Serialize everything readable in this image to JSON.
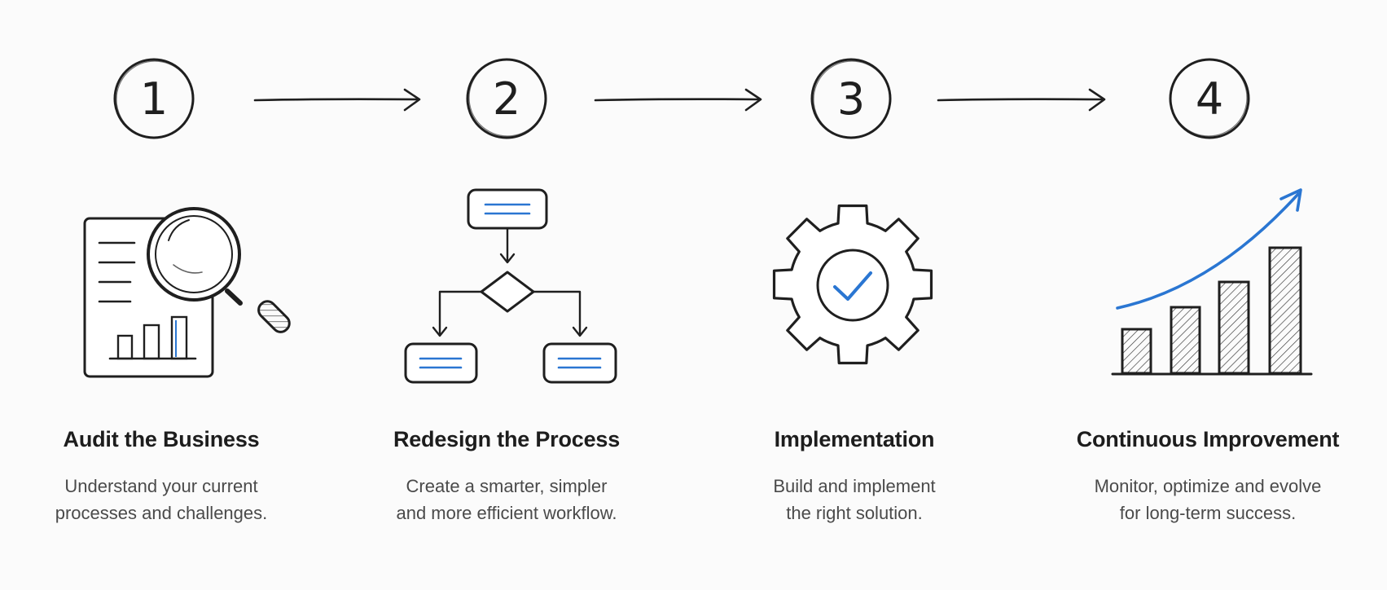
{
  "steps": [
    {
      "number": "1",
      "title": "Audit the Business",
      "description_lines": [
        "Understand your current",
        "processes and challenges."
      ],
      "icon": "document-magnifier-icon"
    },
    {
      "number": "2",
      "title": "Redesign the Process",
      "description_lines": [
        "Create a smarter, simpler",
        "and more efficient workflow."
      ],
      "icon": "flowchart-icon"
    },
    {
      "number": "3",
      "title": "Implementation",
      "description_lines": [
        "Build and implement",
        "the right solution."
      ],
      "icon": "gear-check-icon"
    },
    {
      "number": "4",
      "title": "Continuous Improvement",
      "description_lines": [
        "Monitor, optimize and evolve",
        "for long-term success."
      ],
      "icon": "growth-chart-icon"
    }
  ],
  "colors": {
    "ink": "#1f1f1f",
    "accent": "#2a76d2",
    "text_secondary": "#4a4a4a",
    "background": "#fbfbfb"
  }
}
